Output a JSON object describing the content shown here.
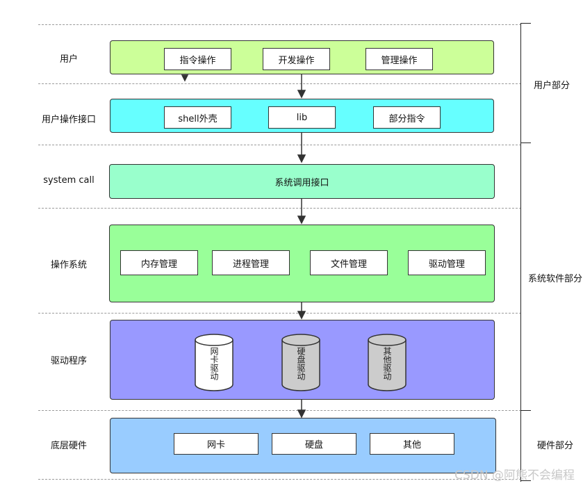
{
  "rows": {
    "user": "用户",
    "interface": "用户操作接口",
    "syscall": "system call",
    "os": "操作系统",
    "driver": "驱动程序",
    "hardware": "底层硬件"
  },
  "user_ops": [
    "指令操作",
    "开发操作",
    "管理操作"
  ],
  "interface_items": [
    "shell外壳",
    "lib",
    "部分指令"
  ],
  "syscall_label": "系统调用接口",
  "os_items": [
    "内存管理",
    "进程管理",
    "文件管理",
    "驱动管理"
  ],
  "drivers": [
    "网卡驱动",
    "硬盘驱动",
    "其他驱动"
  ],
  "hardware_items": [
    "网卡",
    "硬盘",
    "其他"
  ],
  "sections": {
    "user_part": "用户部分",
    "system_part": "系统软件部分",
    "hardware_part": "硬件部分"
  },
  "watermark": "CSDN @阿熊不会编程",
  "colors": {
    "user": "#ccff99",
    "interface": "#66ffff",
    "syscall": "#99ffcc",
    "os": "#99ff99",
    "driver": "#9999ff",
    "hardware": "#99ccff"
  }
}
